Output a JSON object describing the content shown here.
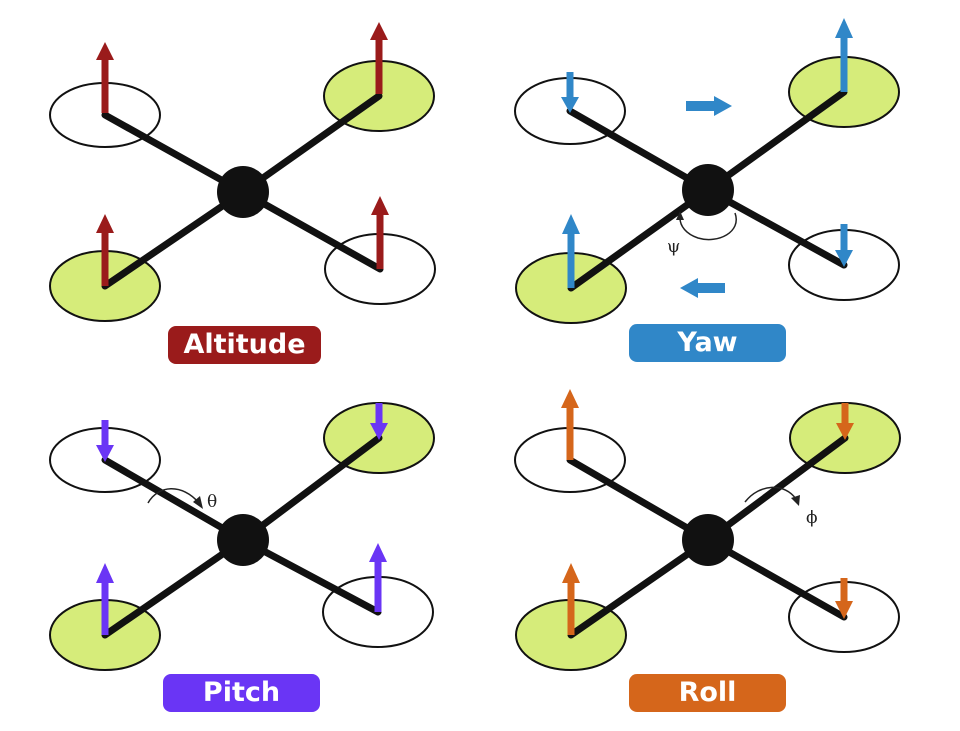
{
  "panels": [
    {
      "id": "altitude",
      "label": "Altitude",
      "color": "#9a1b1b",
      "rotor_states": {
        "top_left": "up",
        "top_right": "up",
        "bottom_left": "up",
        "bottom_right": "up"
      },
      "spinning_rotors": [
        "top_right",
        "bottom_left"
      ],
      "angle_symbol": ""
    },
    {
      "id": "yaw",
      "label": "Yaw",
      "color": "#3087c8",
      "rotor_states": {
        "top_left": "down",
        "top_right": "up",
        "bottom_left": "up",
        "bottom_right": "down"
      },
      "spinning_rotors": [
        "top_right",
        "bottom_left"
      ],
      "angle_symbol": "ψ"
    },
    {
      "id": "pitch",
      "label": "Pitch",
      "color": "#6a35f5",
      "rotor_states": {
        "top_left": "down",
        "top_right": "down",
        "bottom_left": "up",
        "bottom_right": "up"
      },
      "spinning_rotors": [
        "top_right",
        "bottom_left"
      ],
      "angle_symbol": "θ"
    },
    {
      "id": "roll",
      "label": "Roll",
      "color": "#d5661b",
      "rotor_states": {
        "top_left": "up",
        "top_right": "down",
        "bottom_left": "up",
        "bottom_right": "down"
      },
      "spinning_rotors": [
        "top_right",
        "bottom_left"
      ],
      "angle_symbol": "ϕ"
    }
  ],
  "colors": {
    "rotor_fill": "#d6ec7a",
    "frame": "#111111"
  }
}
